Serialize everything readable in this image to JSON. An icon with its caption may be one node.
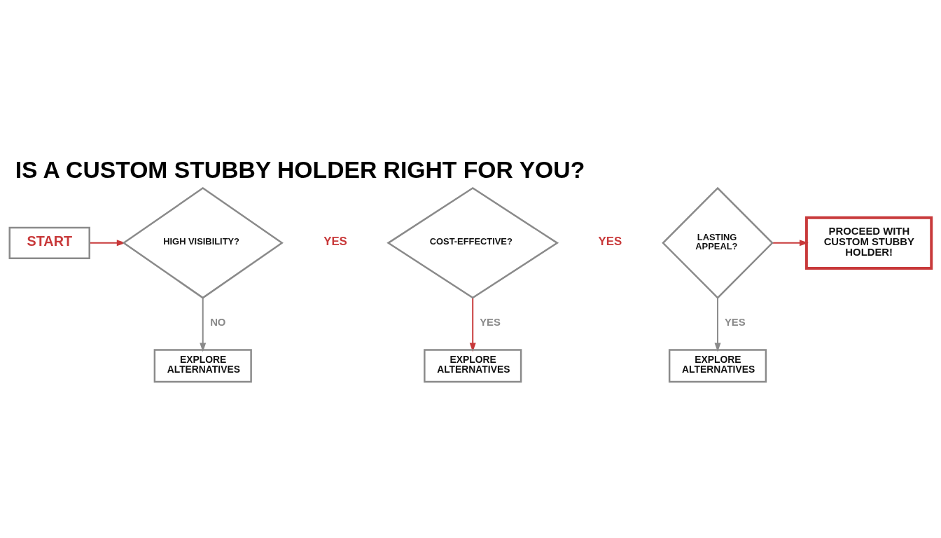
{
  "diagram": {
    "title": "IS A CUSTOM STUBBY HOLDER RIGHT FOR YOU?",
    "nodes": [
      {
        "text": [
          "START"
        ]
      },
      {
        "text": [
          "HIGH VISIBILITY?"
        ]
      },
      {
        "text": [
          "COST-EFFECTIVE?"
        ]
      },
      {
        "text": [
          "LASTING APPEAL?"
        ]
      },
      {
        "text": [
          "PROCEED WITH CUSTOM STUBBY HOLDER!"
        ]
      },
      {
        "text": [
          "EXPLORE ALTERNATIVES"
        ]
      },
      {
        "text": [
          "EXPLORE ALTERNATIVES"
        ]
      },
      {
        "text": [
          "EXPLORE ALTERNATIVES"
        ]
      }
    ],
    "edges": [
      {
        "from": 0,
        "to": 1,
        "arrow": "to"
      },
      {
        "from": 3,
        "to": 4,
        "arrow": "to"
      },
      {
        "from": 1,
        "to": 5,
        "arrow": "to",
        "label": "NO",
        "color": "#8a8a8a"
      },
      {
        "from": 2,
        "to": 6,
        "arrow": "to",
        "label": "YES"
      },
      {
        "from": 3,
        "to": 7,
        "arrow": "to",
        "label": "YES",
        "color": "#8a8a8a"
      }
    ],
    "labels": [
      "YES",
      "YES"
    ]
  }
}
